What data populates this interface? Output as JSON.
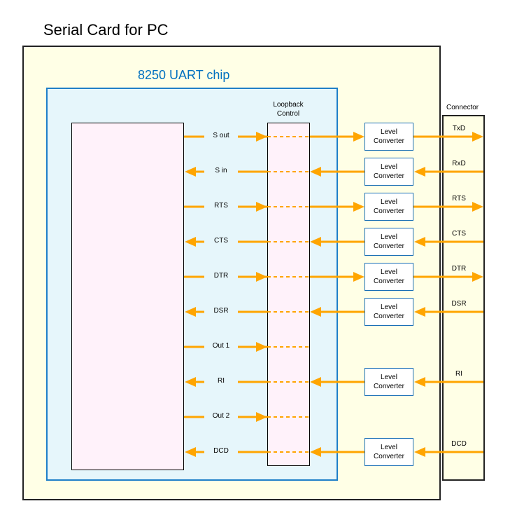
{
  "title": "Serial Card for PC",
  "uart_label": "8250 UART chip",
  "loopback_label_line1": "Loopback",
  "loopback_label_line2": "Control",
  "connector_label": "Connector",
  "level_converter_line1": "Level",
  "level_converter_line2": "Converter",
  "colors": {
    "wire": "#ffa500",
    "card_bg": "#ffffe6",
    "uart_bg": "#e6f6fb",
    "uart_border": "#1f7fc8",
    "uart_label": "#0070c0",
    "block_bg": "#fff2fa"
  },
  "signals": [
    {
      "name": "S out",
      "direction": "out",
      "converter": true,
      "connector_label": "TxD"
    },
    {
      "name": "S in",
      "direction": "in",
      "converter": true,
      "connector_label": "RxD"
    },
    {
      "name": "RTS",
      "direction": "out",
      "converter": true,
      "connector_label": "RTS"
    },
    {
      "name": "CTS",
      "direction": "in",
      "converter": true,
      "connector_label": "CTS"
    },
    {
      "name": "DTR",
      "direction": "out",
      "converter": true,
      "connector_label": "DTR"
    },
    {
      "name": "DSR",
      "direction": "in",
      "converter": true,
      "connector_label": "DSR"
    },
    {
      "name": "Out 1",
      "direction": "out",
      "converter": false,
      "connector_label": ""
    },
    {
      "name": "RI",
      "direction": "in",
      "converter": true,
      "connector_label": "RI"
    },
    {
      "name": "Out 2",
      "direction": "out",
      "converter": false,
      "connector_label": ""
    },
    {
      "name": "DCD",
      "direction": "in",
      "converter": true,
      "connector_label": "DCD"
    }
  ]
}
